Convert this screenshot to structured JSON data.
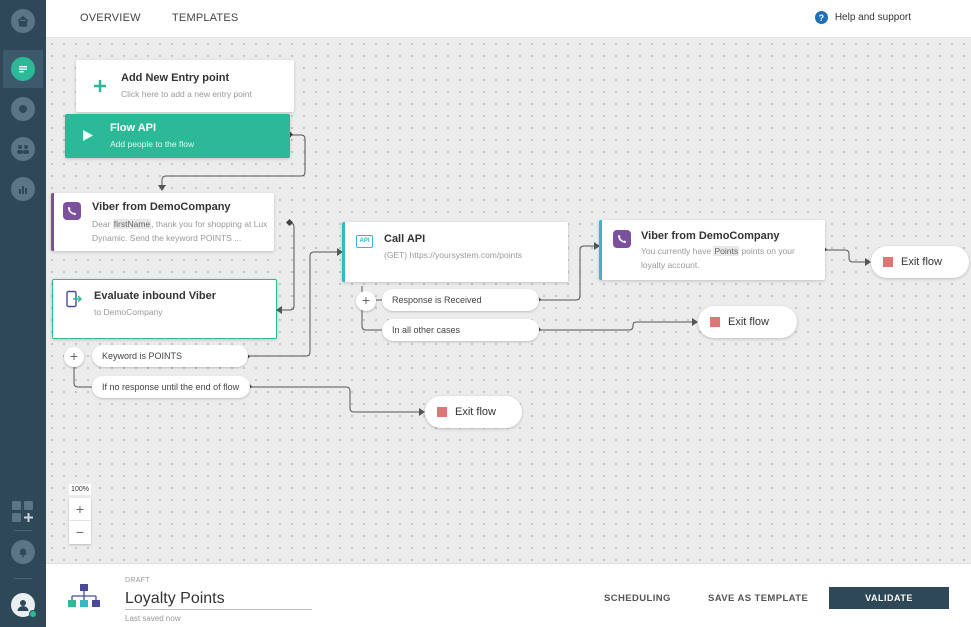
{
  "topbar": {
    "tabs": [
      "OVERVIEW",
      "TEMPLATES"
    ],
    "help_label": "Help and support",
    "help_icon": "?"
  },
  "sidebar": {
    "items": [
      {
        "name": "home-icon"
      },
      {
        "name": "flows-icon",
        "active": true
      },
      {
        "name": "conversations-icon"
      },
      {
        "name": "people-icon"
      },
      {
        "name": "analytics-icon"
      }
    ],
    "bottom_items": [
      {
        "name": "apps-icon"
      },
      {
        "name": "notifications-icon"
      },
      {
        "name": "user-avatar-icon"
      }
    ]
  },
  "canvas": {
    "entry_add": {
      "title": "Add New Entry point",
      "subtitle": "Click here to add a new entry point"
    },
    "flow_api": {
      "title": "Flow API",
      "subtitle": "Add people to the flow"
    },
    "viber_1": {
      "title": "Viber from DemoCompany",
      "text_before": "Dear ",
      "highlight": "firstName",
      "text_after": ", thank you for shopping at Lux Dynamic. Send the keyword POINTS ..."
    },
    "evaluate": {
      "title": "Evaluate inbound Viber",
      "subtitle": "to DemoCompany"
    },
    "branch_keyword": "Keyword is POINTS",
    "branch_no_response": "If no response until the end of flow",
    "call_api": {
      "title": "Call API",
      "icon_text": "API",
      "subtitle": "(GET) https://yoursystem.com/points"
    },
    "branch_response_received": "Response is Received",
    "branch_other": "In all other cases",
    "viber_2": {
      "title": "Viber from DemoCompany",
      "text_before": "You currently have ",
      "highlight": "Points",
      "text_after": " points on your loyalty account."
    },
    "exit_label": "Exit flow",
    "plus": "+",
    "zoom": {
      "level": "100%",
      "in": "+",
      "out": "−"
    }
  },
  "footer": {
    "status": "DRAFT",
    "flow_name": "Loyalty Points",
    "last_saved": "Last saved now",
    "scheduling": "SCHEDULING",
    "save_template": "SAVE AS TEMPLATE",
    "validate": "VALIDATE"
  },
  "colors": {
    "sidebar": "#2f4858",
    "accent_green": "#2bb998",
    "viber_purple": "#7b519d",
    "api_teal": "#35b8c8",
    "exit_red": "#e07575"
  }
}
